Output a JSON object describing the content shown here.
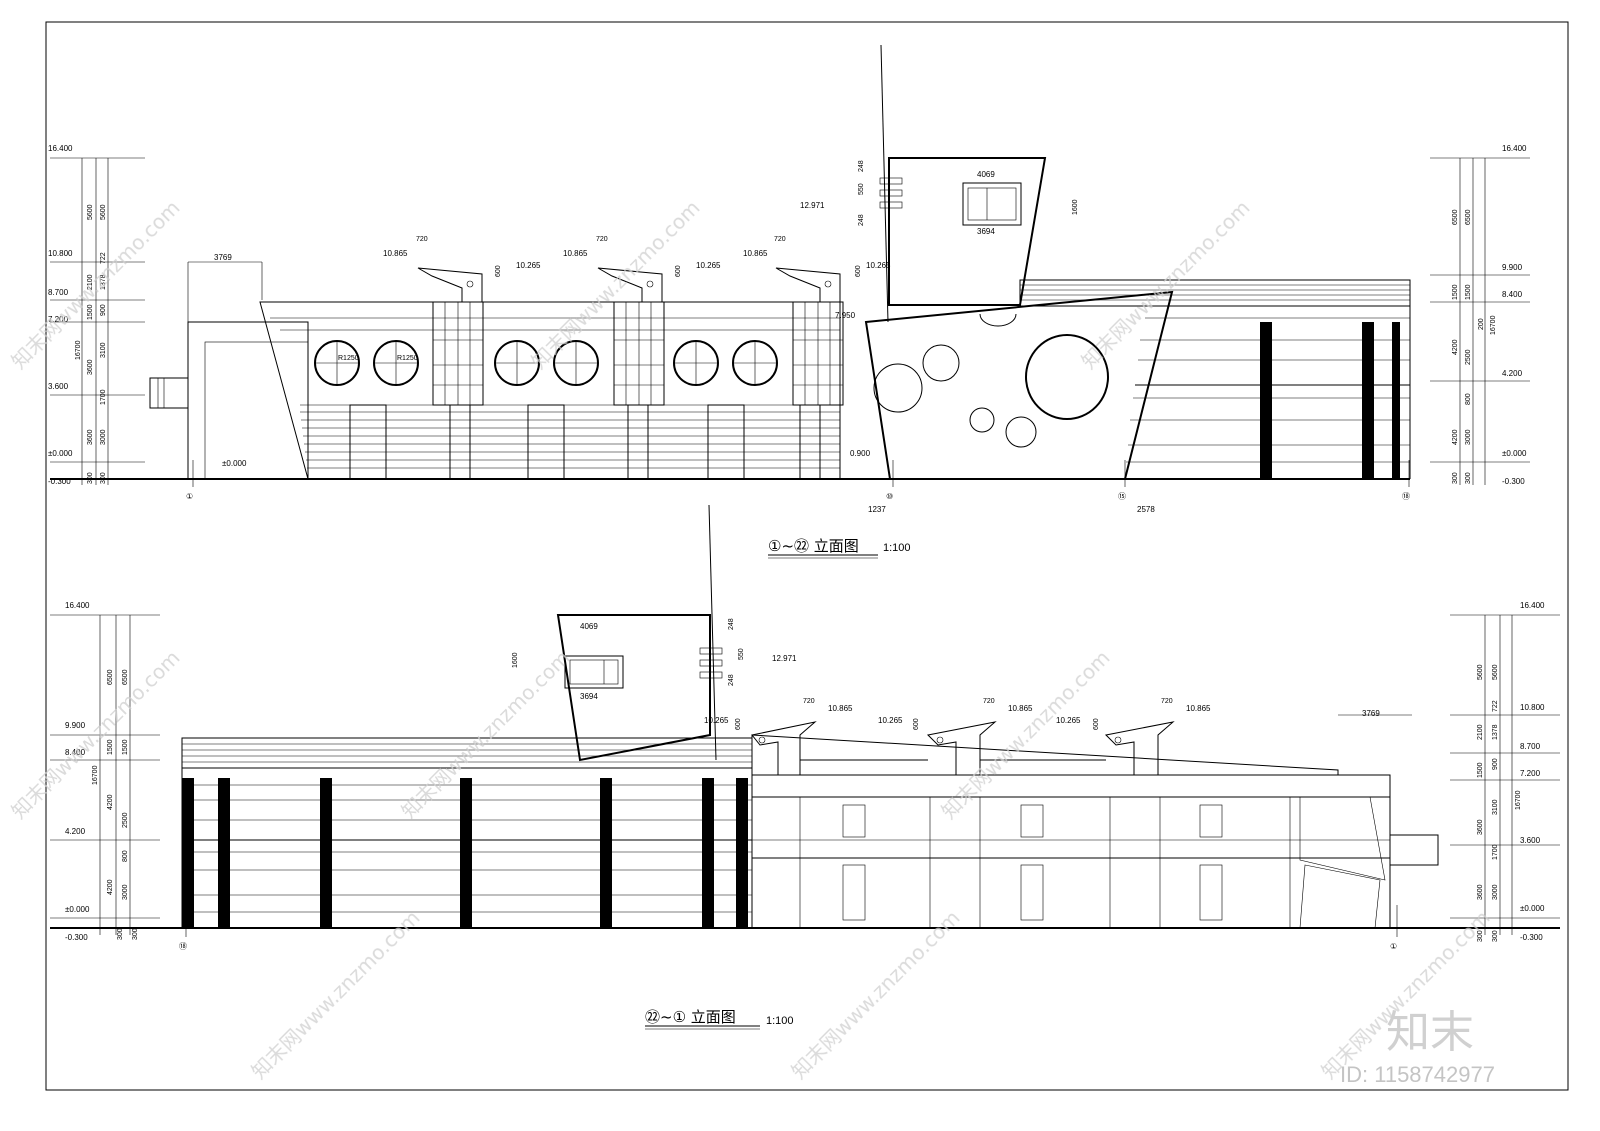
{
  "elevation_top": {
    "title": "①~㉒ 立面图",
    "scale": "1:100",
    "left_levels": [
      "16.400",
      "10.800",
      "8.700",
      "7.200",
      "3.600",
      "±0.000",
      "-0.300"
    ],
    "left_dims_outer": [
      "5600",
      "2100",
      "1500",
      "3600",
      "3600",
      "300"
    ],
    "left_dims_inner": [
      "5600",
      "1378",
      "722",
      "900",
      "3100",
      "1700",
      "3000",
      "300"
    ],
    "left_total": "16700",
    "right_levels": [
      "16.400",
      "9.900",
      "8.400",
      "4.200",
      "±0.000",
      "-0.300"
    ],
    "right_dims_outer": [
      "6500",
      "1500",
      "4200",
      "4200",
      "300"
    ],
    "right_dims_inner": [
      "6500",
      "1500",
      "200",
      "2500",
      "800",
      "3000",
      "300"
    ],
    "right_total": "16700",
    "annotations": [
      "3769",
      "10.865",
      "720",
      "10.265",
      "600",
      "7.950",
      "0.900",
      "±0.000",
      "12.971",
      "248",
      "550",
      "4069",
      "3694",
      "1600",
      "1237",
      "2578",
      "R1250"
    ],
    "axes": [
      "①",
      "⑩",
      "⑮",
      "⑱"
    ]
  },
  "elevation_bottom": {
    "title": "㉒~① 立面图",
    "scale": "1:100",
    "left_levels": [
      "16.400",
      "9.900",
      "8.400",
      "4.200",
      "±0.000",
      "-0.300"
    ],
    "left_dims_outer": [
      "6500",
      "1500",
      "4200",
      "4200",
      "300"
    ],
    "left_dims_inner": [
      "6500",
      "1500",
      "2500",
      "800",
      "3000",
      "300"
    ],
    "left_total": "16700",
    "right_levels": [
      "16.400",
      "10.800",
      "8.700",
      "7.200",
      "3.600",
      "±0.000",
      "-0.300"
    ],
    "right_dims_outer": [
      "5600",
      "2100",
      "1500",
      "3600",
      "3600",
      "300"
    ],
    "right_dims_inner": [
      "5600",
      "1378",
      "722",
      "900",
      "3100",
      "1700",
      "3000",
      "300"
    ],
    "right_total": "16700",
    "annotations": [
      "4069",
      "3694",
      "1600",
      "248",
      "550",
      "12.971",
      "720",
      "10.865",
      "10.265",
      "600",
      "3769",
      "±0.000"
    ],
    "axes": [
      "⑱",
      "①"
    ]
  },
  "watermark": {
    "text": "知末网www.znzmo.com",
    "brand": "知末",
    "id_label": "ID: 1158742977"
  }
}
